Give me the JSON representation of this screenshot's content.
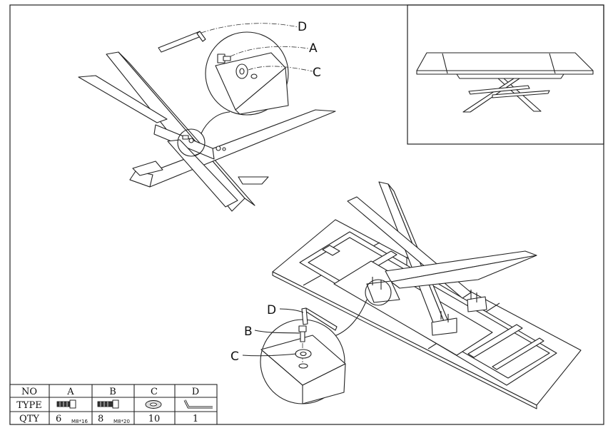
{
  "callouts": {
    "top": {
      "d": "D",
      "a": "A",
      "c": "C"
    },
    "bottom": {
      "d": "D",
      "b": "B",
      "c": "C"
    }
  },
  "parts_table": {
    "row_labels": {
      "no": "NO",
      "type": "TYPE",
      "qty": "QTY"
    },
    "columns": [
      {
        "no": "A",
        "qty": "6",
        "spec": "M8*16",
        "icon": "bolt-icon"
      },
      {
        "no": "B",
        "qty": "8",
        "spec": "M8*20",
        "icon": "bolt-icon"
      },
      {
        "no": "C",
        "qty": "10",
        "spec": "",
        "icon": "washer-icon"
      },
      {
        "no": "D",
        "qty": "1",
        "spec": "",
        "icon": "allen-key-icon"
      }
    ]
  }
}
